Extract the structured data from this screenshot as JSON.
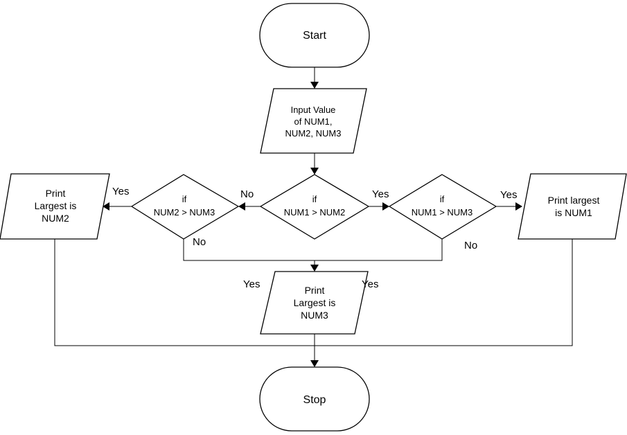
{
  "nodes": {
    "start": {
      "text": "Start"
    },
    "input": {
      "lines": [
        "Input Value",
        "of NUM1,",
        "NUM2, NUM3"
      ]
    },
    "decision_num1_num2": {
      "lines": [
        "if",
        "NUM1 > NUM2"
      ]
    },
    "decision_num2_num3": {
      "lines": [
        "if",
        "NUM2 > NUM3"
      ]
    },
    "decision_num1_num3": {
      "lines": [
        "if",
        "NUM1 > NUM3"
      ]
    },
    "print_num2": {
      "lines": [
        "Print",
        "Largest is",
        "NUM2"
      ]
    },
    "print_num1": {
      "lines": [
        "Print largest",
        "is NUM1"
      ]
    },
    "print_num3": {
      "lines": [
        "Print",
        "Largest is",
        "NUM3"
      ]
    },
    "stop": {
      "text": "Stop"
    }
  },
  "edge_labels": {
    "num2_num3_yes": "Yes",
    "num1_num2_no": "No",
    "num1_num2_yes": "Yes",
    "num1_num3_yes": "Yes",
    "num2_num3_no": "No",
    "num1_num3_no": "No",
    "print_num3_yes_left": "Yes",
    "print_num3_yes_right": "Yes"
  }
}
